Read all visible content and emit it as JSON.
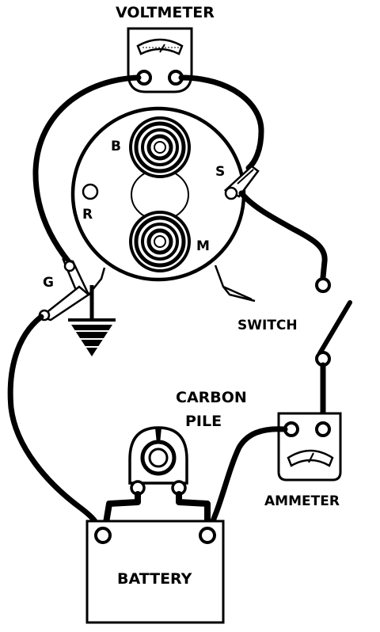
{
  "labels": {
    "voltmeter": "VOLTMETER",
    "switch": "SWITCH",
    "carbon_pile_1": "CARBON",
    "carbon_pile_2": "PILE",
    "ammeter": "AMMETER",
    "battery": "BATTERY",
    "terminal_b": "B",
    "terminal_s": "S",
    "terminal_r": "R",
    "terminal_m": "M",
    "ground_g": "G"
  },
  "colors": {
    "ink": "#000000",
    "paper": "#ffffff"
  }
}
